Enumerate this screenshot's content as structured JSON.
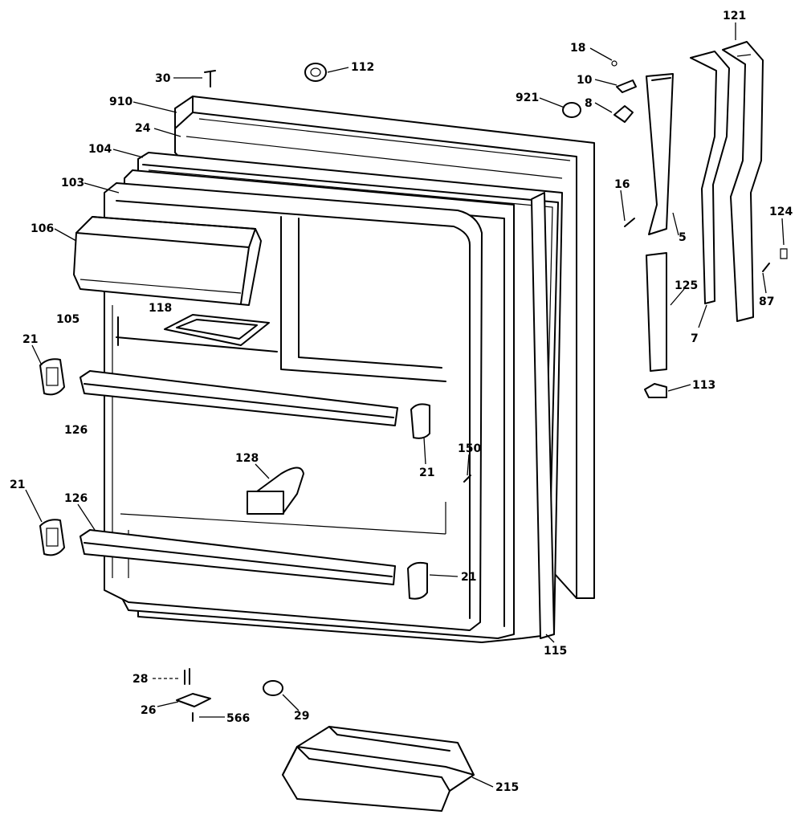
{
  "labels": {
    "l121": "121",
    "l18": "18",
    "l30": "30",
    "l112": "112",
    "l10": "10",
    "l921": "921",
    "l8": "8",
    "l910": "910",
    "l24": "24",
    "l104": "104",
    "l16": "16",
    "l103": "103",
    "l124": "124",
    "l106": "106",
    "l5": "5",
    "l125": "125",
    "l118": "118",
    "l87": "87",
    "l105": "105",
    "l21a": "21",
    "l7": "7",
    "l113": "113",
    "l126a": "126",
    "l21b": "21",
    "l150": "150",
    "l128": "128",
    "l21c": "21",
    "l126b": "126",
    "l21d": "21",
    "l115": "115",
    "l28": "28",
    "l29": "29",
    "l26": "26",
    "l566": "566",
    "l215": "215"
  }
}
